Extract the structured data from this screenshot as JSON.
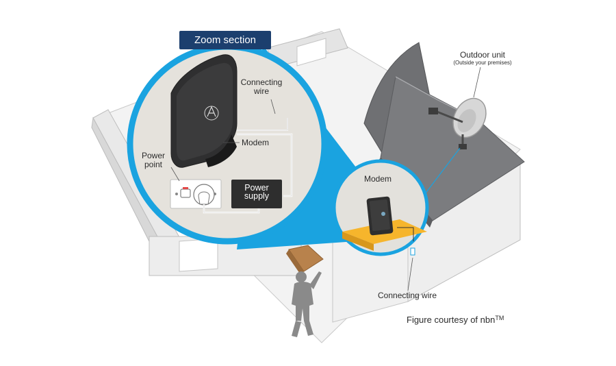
{
  "zoom_section_title": "Zoom section",
  "labels": {
    "connecting_wire_line1": "Connecting",
    "connecting_wire_line2": "wire",
    "modem_zoom": "Modem",
    "power_point_line1": "Power",
    "power_point_line2": "point",
    "power_supply_line1": "Power",
    "power_supply_line2": "supply",
    "outdoor_unit": "Outdoor unit",
    "outdoor_unit_sub": "(Outside your premises)",
    "modem_room": "Modem",
    "connecting_wire_bottom": "Connecting wire"
  },
  "credit": {
    "text": "Figure courtesy of nbn",
    "trademark": "TM"
  },
  "colors": {
    "zoom_ring": "#1aa3e0",
    "zoom_fill": "#e5e2dc",
    "badge": "#1c3f6e",
    "roof": "#76777a",
    "wall_light": "#ececec",
    "floor": "#f4f4f4",
    "table": "#f6b52c",
    "modem_body": "#2e2e2e",
    "person": "#8a8a8a",
    "box": "#b8824c"
  }
}
